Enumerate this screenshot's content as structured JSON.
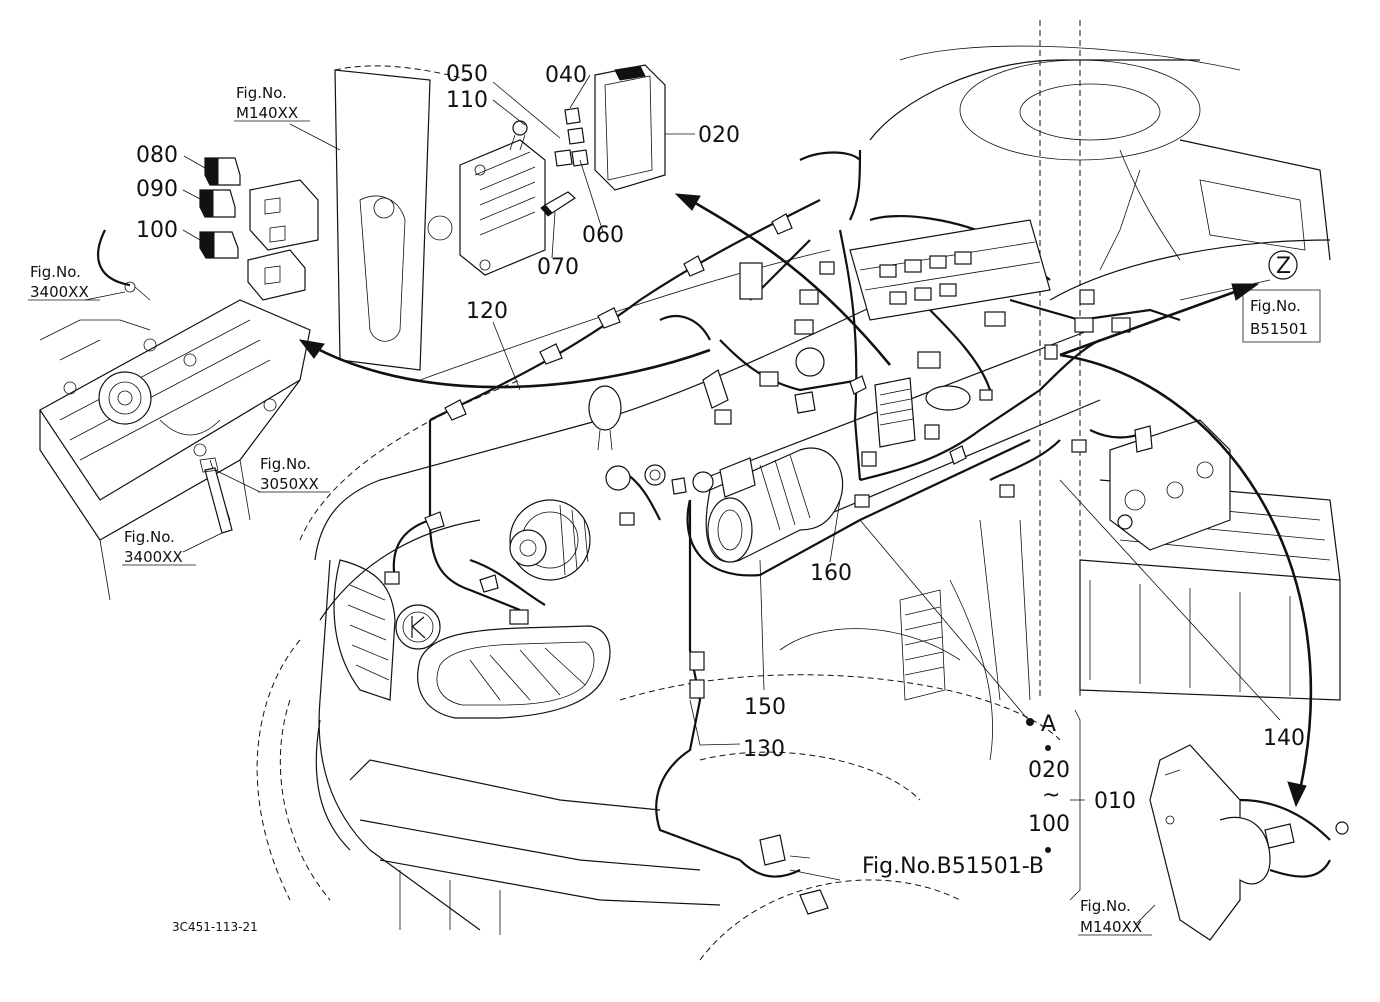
{
  "diagram": {
    "drawing_code": "3C451-113-21",
    "part_numbers": {
      "p010": "010",
      "p020": "020",
      "p040": "040",
      "p050": "050",
      "p060": "060",
      "p070": "070",
      "p080": "080",
      "p090": "090",
      "p100": "100",
      "p110": "110",
      "p120": "120",
      "p130": "130",
      "p140": "140",
      "p150": "150",
      "p160": "160"
    },
    "figure_refs": {
      "m140_top_line1": "Fig.No.",
      "m140_top_line2": "M140XX",
      "f3400_top_line1": "Fig.No.",
      "f3400_top_line2": "3400XX",
      "f3050_line1": "Fig.No.",
      "f3050_line2": "3050XX",
      "f3400_bottom_line1": "Fig.No.",
      "f3400_bottom_line2": "3400XX",
      "b51501_line1": "Fig.No.",
      "b51501_line2": "B51501",
      "m140_bottom_line1": "Fig.No.",
      "m140_bottom_line2": "M140XX",
      "b51501b": "Fig.No.B51501-B"
    },
    "view_marker": "Z",
    "set_group": {
      "point": "A",
      "from": "020",
      "tilde": "~",
      "to": "100"
    }
  }
}
